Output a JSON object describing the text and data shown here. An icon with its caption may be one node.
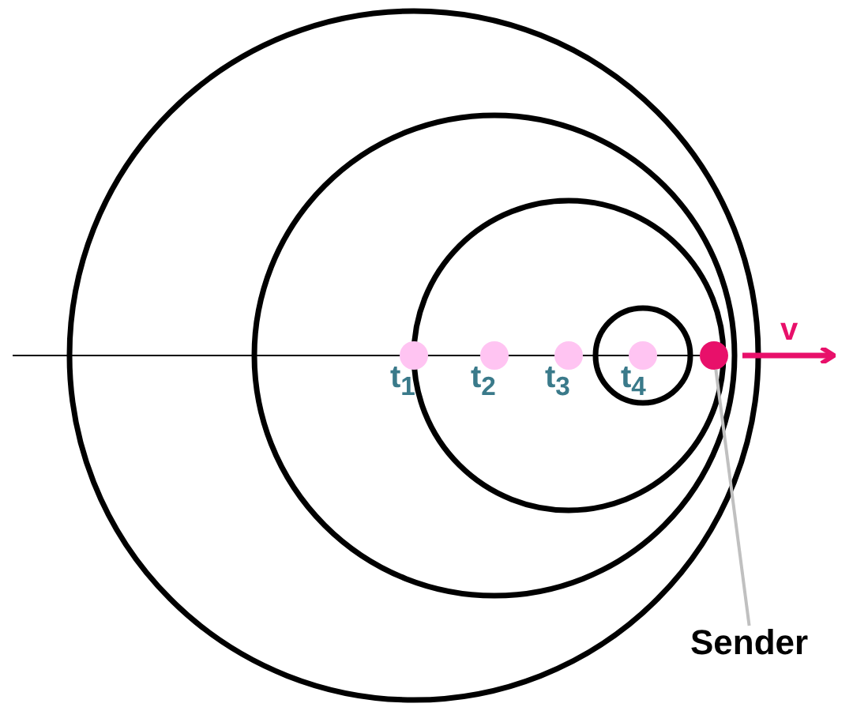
{
  "diagram": {
    "nodes": [
      {
        "text": [
          "Sender"
        ]
      },
      {
        "text": [],
        "shape": "circle"
      }
    ],
    "edges": [
      {
        "from": 0,
        "to": 1,
        "arrow": "none",
        "color": "#c0c0c0"
      }
    ],
    "labels": [
      "t$_{1}$",
      "t$_{2}$",
      "t$_{3}$",
      "t$_{4}$",
      "v"
    ]
  }
}
